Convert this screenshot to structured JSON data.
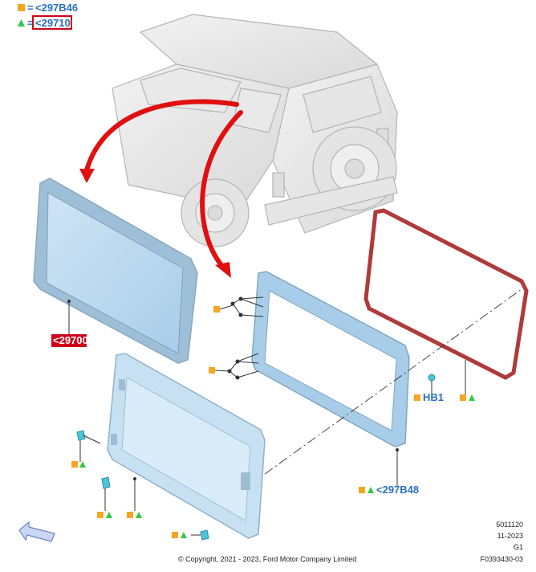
{
  "legend": {
    "square_code": "<297B46",
    "triangle_code": "<29710",
    "equals": "="
  },
  "callouts": {
    "glass_panel": "<29700",
    "fastener": "HB1",
    "frame": "<297B48"
  },
  "colors": {
    "square_marker": "#f5a623",
    "triangle_marker": "#2ecc40",
    "label_blue": "#2a6fbf",
    "highlight_red": "#d0021b",
    "seal_red": "#b03a3a",
    "glass_blue": "#b6d6ee",
    "arrow_red": "#e01010"
  },
  "footer": {
    "copyright": "© Copyright, 2021 - 2023, Ford Motor Company Limited",
    "doc_id": "5011120",
    "date": "11-2023",
    "version": "G1",
    "figure_id": "F0393430-03"
  }
}
